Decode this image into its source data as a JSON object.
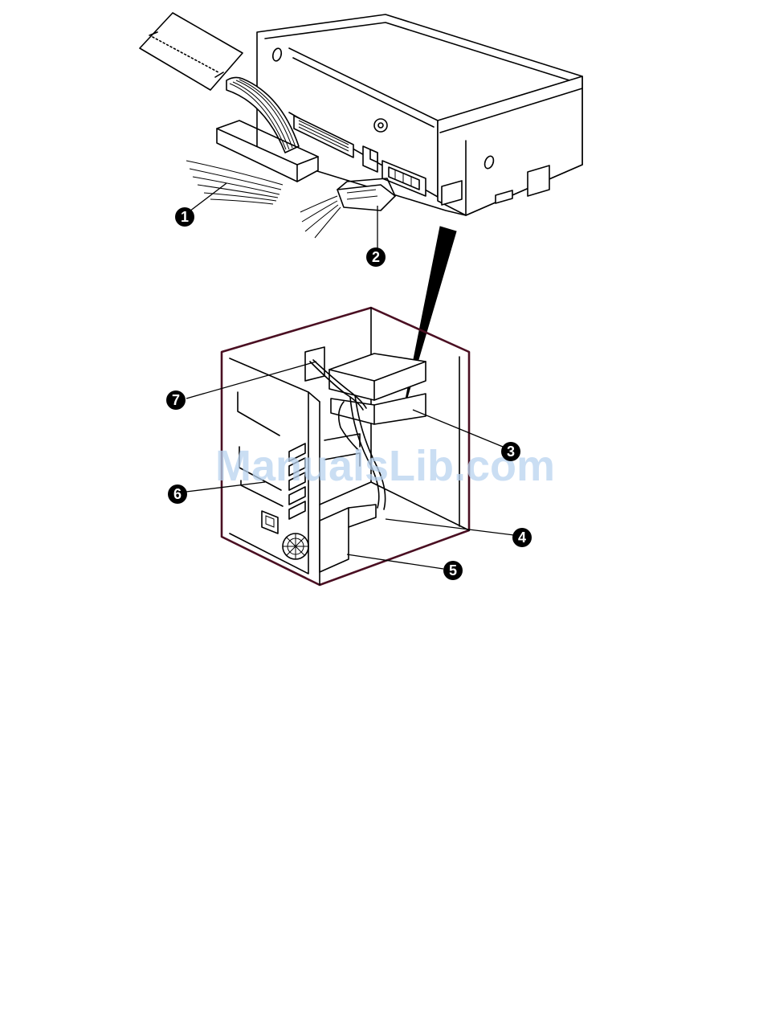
{
  "callouts": [
    {
      "id": "1",
      "label": "1"
    },
    {
      "id": "2",
      "label": "2"
    },
    {
      "id": "3",
      "label": "3"
    },
    {
      "id": "4",
      "label": "4"
    },
    {
      "id": "5",
      "label": "5"
    },
    {
      "id": "6",
      "label": "6"
    },
    {
      "id": "7",
      "label": "7"
    }
  ],
  "watermark": "ManualsLib.com",
  "colors": {
    "line": "#000000",
    "case_outline": "#4a0f22",
    "watermark": "#b9d3ef",
    "background": "#ffffff"
  }
}
